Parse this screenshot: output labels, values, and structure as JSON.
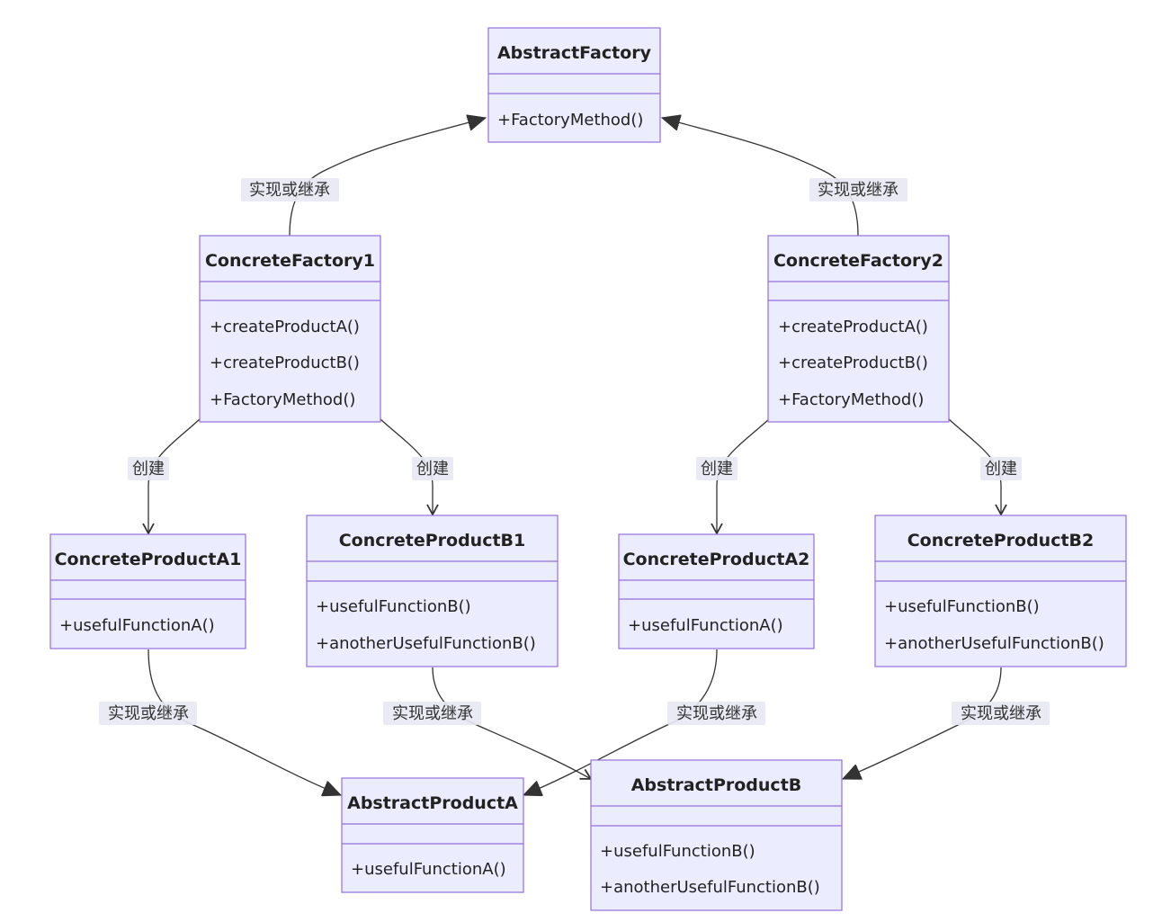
{
  "diagram": {
    "type": "class-diagram",
    "colors": {
      "box_fill": "#ECECFF",
      "box_stroke": "#9370DB",
      "edge": "#333333",
      "label_bg": "#E8E8F4",
      "text": "#222222"
    },
    "classes": {
      "abstract_factory": {
        "name": "AbstractFactory",
        "methods": [
          "+FactoryMethod()"
        ]
      },
      "concrete_factory1": {
        "name": "ConcreteFactory1",
        "methods": [
          "+createProductA()",
          "+createProductB()",
          "+FactoryMethod()"
        ]
      },
      "concrete_factory2": {
        "name": "ConcreteFactory2",
        "methods": [
          "+createProductA()",
          "+createProductB()",
          "+FactoryMethod()"
        ]
      },
      "concrete_product_a1": {
        "name": "ConcreteProductA1",
        "methods": [
          "+usefulFunctionA()"
        ]
      },
      "concrete_product_b1": {
        "name": "ConcreteProductB1",
        "methods": [
          "+usefulFunctionB()",
          "+anotherUsefulFunctionB()"
        ]
      },
      "concrete_product_a2": {
        "name": "ConcreteProductA2",
        "methods": [
          "+usefulFunctionA()"
        ]
      },
      "concrete_product_b2": {
        "name": "ConcreteProductB2",
        "methods": [
          "+usefulFunctionB()",
          "+anotherUsefulFunctionB()"
        ]
      },
      "abstract_product_a": {
        "name": "AbstractProductA",
        "methods": [
          "+usefulFunctionA()"
        ]
      },
      "abstract_product_b": {
        "name": "AbstractProductB",
        "methods": [
          "+usefulFunctionB()",
          "+anotherUsefulFunctionB()"
        ]
      }
    },
    "relations": [
      {
        "from": "concrete_factory1",
        "to": "abstract_factory",
        "kind": "inheritance",
        "label": "实现或继承"
      },
      {
        "from": "concrete_factory2",
        "to": "abstract_factory",
        "kind": "inheritance",
        "label": "实现或继承"
      },
      {
        "from": "concrete_factory1",
        "to": "concrete_product_a1",
        "kind": "creates",
        "label": "创建"
      },
      {
        "from": "concrete_factory1",
        "to": "concrete_product_b1",
        "kind": "creates",
        "label": "创建"
      },
      {
        "from": "concrete_factory2",
        "to": "concrete_product_a2",
        "kind": "creates",
        "label": "创建"
      },
      {
        "from": "concrete_factory2",
        "to": "concrete_product_b2",
        "kind": "creates",
        "label": "创建"
      },
      {
        "from": "concrete_product_a1",
        "to": "abstract_product_a",
        "kind": "inheritance",
        "label": "实现或继承"
      },
      {
        "from": "concrete_product_b1",
        "to": "abstract_product_b",
        "kind": "inheritance",
        "label": "实现或继承"
      },
      {
        "from": "concrete_product_a2",
        "to": "abstract_product_a",
        "kind": "inheritance",
        "label": "实现或继承"
      },
      {
        "from": "concrete_product_b2",
        "to": "abstract_product_b",
        "kind": "inheritance",
        "label": "实现或继承"
      }
    ]
  }
}
